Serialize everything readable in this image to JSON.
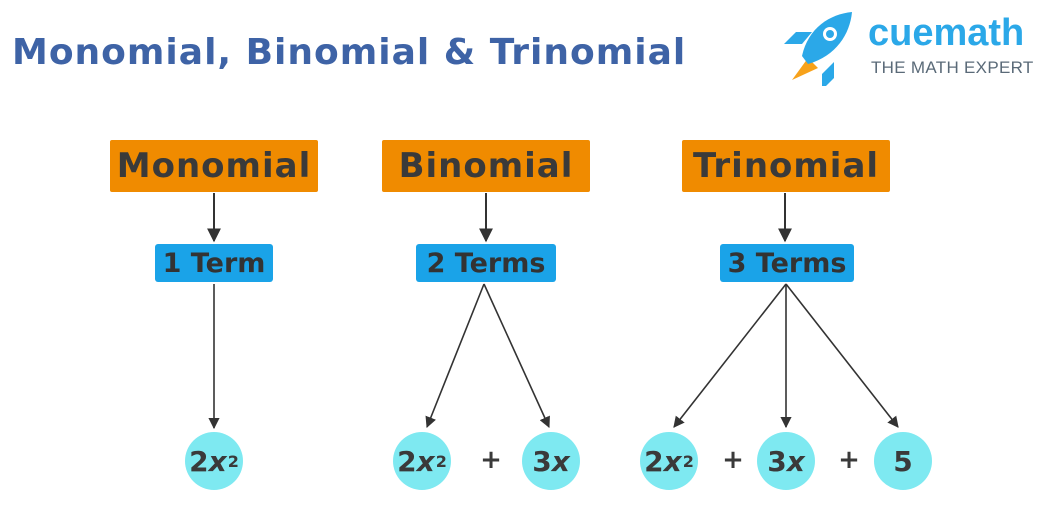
{
  "title": "Monomial, Binomial & Trinomial",
  "logo": {
    "brand": "cuemath",
    "tagline": "THE MATH EXPERT"
  },
  "columns": [
    {
      "category": "Monomial",
      "terms": "1 Term",
      "nodes": [
        {
          "coef": "2",
          "var": "x",
          "exp": "2"
        }
      ]
    },
    {
      "category": "Binomial",
      "terms": "2 Terms",
      "nodes": [
        {
          "coef": "2",
          "var": "x",
          "exp": "2"
        },
        {
          "coef": "3",
          "var": "x",
          "exp": ""
        }
      ]
    },
    {
      "category": "Trinomial",
      "terms": "3 Terms",
      "nodes": [
        {
          "coef": "2",
          "var": "x",
          "exp": "2"
        },
        {
          "coef": "3",
          "var": "x",
          "exp": ""
        },
        {
          "coef": "5",
          "var": "",
          "exp": ""
        }
      ]
    }
  ],
  "operator": "+",
  "colors": {
    "category_box": "#f08b00",
    "terms_box": "#1aa3e8",
    "term_node": "#7ee9f1",
    "title": "#3e63a6",
    "brand": "#2ba8e8",
    "arrow": "#333333"
  }
}
